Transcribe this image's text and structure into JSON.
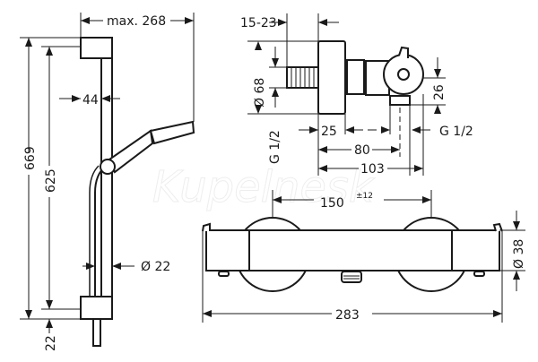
{
  "watermark": "Kupelnesk",
  "shower_rail": {
    "max_width": "max. 268",
    "height_total": "669",
    "height_holes": "625",
    "depth": "44",
    "diameter": "Ø 22",
    "bottom_offset": "22"
  },
  "side_view": {
    "wall_range": "15-23",
    "flange_diameter": "Ø 68",
    "thread_left": "G 1/2",
    "thread_right": "G 1/2",
    "height_26": "26",
    "depth_25": "25",
    "depth_80": "80",
    "depth_103": "103"
  },
  "front_view": {
    "spacing": "150",
    "tolerance": "±12",
    "total_width": "283",
    "body_diameter": "Ø 38"
  }
}
